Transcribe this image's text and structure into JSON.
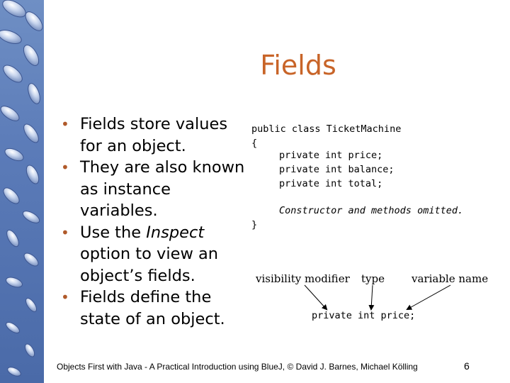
{
  "slide": {
    "title": "Fields",
    "bullets": [
      "Fields store values for an object.",
      "They are also known as instance variables.",
      "Use the",
      "Inspect",
      "option to view an object’s fields.",
      "Fields define the state of an object."
    ],
    "code": {
      "line1": "public class TicketMachine",
      "open_brace": "{",
      "field1": "private int price;",
      "field2": "private int balance;",
      "field3": "private int total;",
      "comment": "Constructor and methods omitted.",
      "close_brace": "}"
    },
    "annotation": {
      "visibility": "visibility modifier",
      "type": "type",
      "variable_name": "variable name",
      "example": "private int price;"
    },
    "footer": "Objects First with Java - A Practical Introduction using BlueJ, © David J. Barnes, Michael Kölling",
    "page_number": "6"
  },
  "colors": {
    "title": "#c86428",
    "sidebar": "#5b7bb8",
    "bullet": "#b05a2a"
  },
  "icons": [
    "pill-capsules-decoration"
  ]
}
